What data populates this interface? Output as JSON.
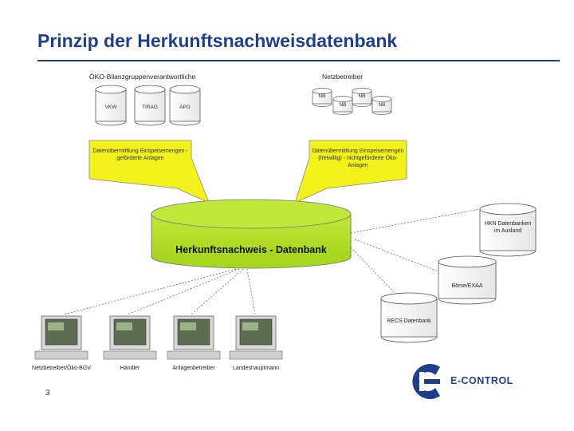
{
  "title": "Prinzip der Herkunftsnachweisdatenbank",
  "groups": {
    "oeko": "ÖKO-Bilanzgruppenverantwortliche",
    "netz": "Netzbetreiber"
  },
  "oeko_cylinders": [
    "VKW",
    "TIRAG",
    "APG"
  ],
  "netz_cylinders": [
    "NB",
    "NB",
    "NB",
    "NB"
  ],
  "arrows": {
    "left": "Datenübermittlung Einspeisemengen - geförderte Anlagen",
    "right": "Datenübermittlung Einspeisemengen (freiwillig) - nichtgeförderte Öko-Anlagen"
  },
  "database": "Herkunftsnachweis - Datenbank",
  "external": [
    "HKN Datenbanken im Ausland",
    "Börse/EXAA",
    "RECS Datenbank"
  ],
  "terminals": [
    "Netzbetreiber/Öko-BGV",
    "Händler",
    "Anlagenbetreiber",
    "Landeshauptmann"
  ],
  "page_number": "3",
  "brand": "E-CONTROL",
  "colors": {
    "title": "#1f3f8c",
    "arrow_fill": "#f2f21a",
    "database_fill": "#c8ef3a",
    "database_top": "#b4d92a",
    "brand": "#1f3f8c"
  }
}
